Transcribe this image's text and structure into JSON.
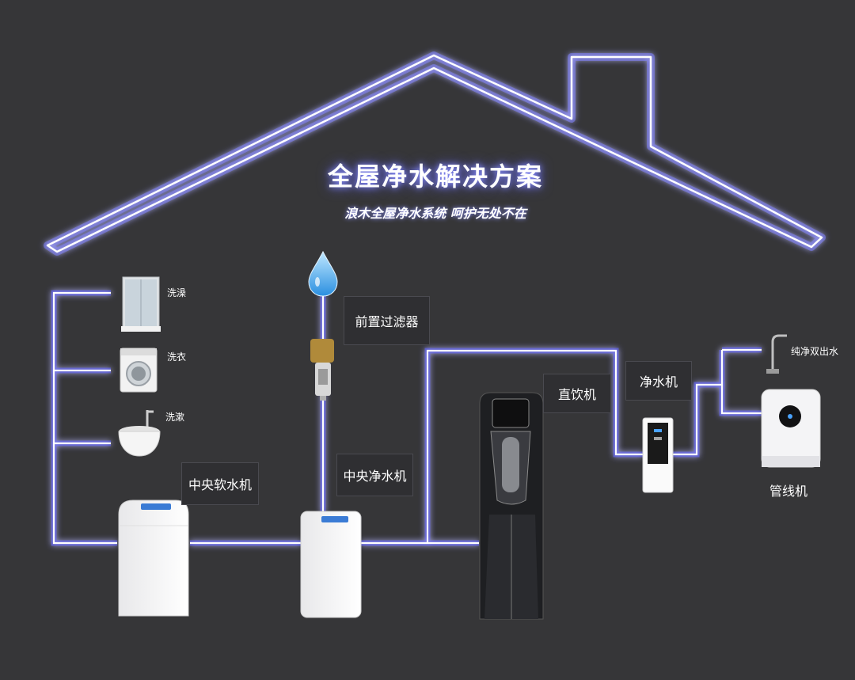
{
  "title": "全屋净水解决方案",
  "subtitle": "浪木全屋净水系统  呵护无处不在",
  "fixtures": {
    "shower": "洗澡",
    "washer": "洗衣",
    "basin": "洗漱",
    "dual_tap": "纯净双出水"
  },
  "devices": {
    "softener": "中央软水机",
    "prefilter": "前置过滤器",
    "central_purifier": "中央净水机",
    "dispenser": "直饮机",
    "purifier": "净水机",
    "pipeline_unit": "管线机"
  },
  "colors": {
    "background": "#363638",
    "glow": "#6a6cff",
    "pipe_core": "#ffffff"
  }
}
